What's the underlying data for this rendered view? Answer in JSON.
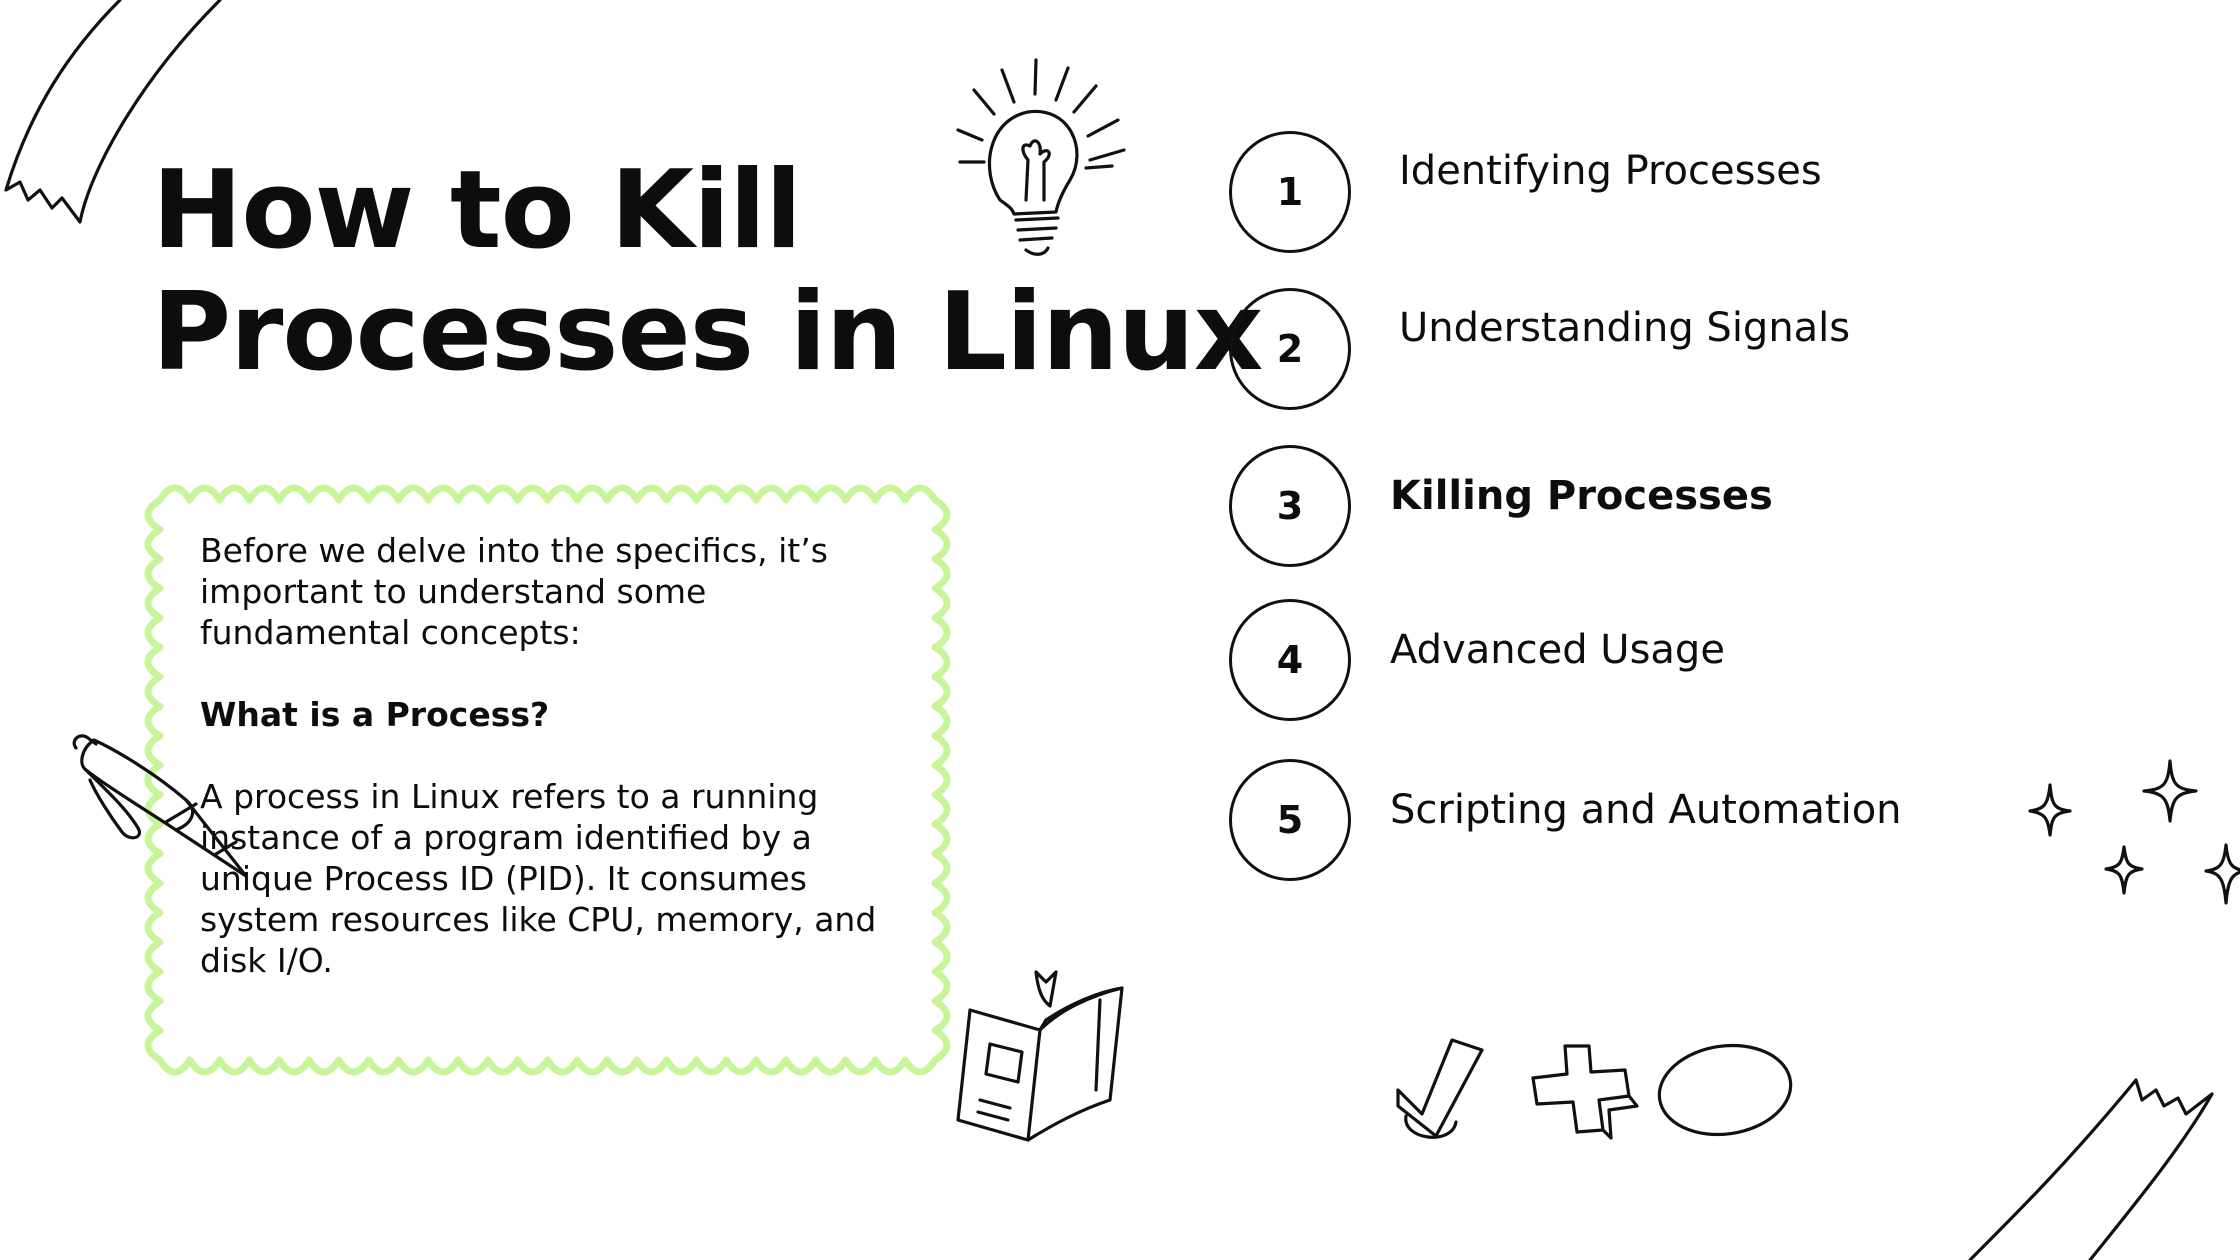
{
  "slide": {
    "title_lines": [
      "How to Kill",
      "Processes in Linux"
    ],
    "intro": {
      "paragraph1": "Before we delve into the specifics, it’s important to understand some fundamental concepts:",
      "heading": "What is a Process?",
      "paragraph2": "A process in Linux refers to a running instance of a program identified by a unique Process ID (PID). It consumes system resources like CPU, memory, and disk I/O."
    },
    "agenda": [
      {
        "number": "1",
        "label": "Identifying Processes"
      },
      {
        "number": "2",
        "label": "Understanding Signals"
      },
      {
        "number": "3",
        "label": "Killing Processes",
        "active": true
      },
      {
        "number": "4",
        "label": "Advanced Usage"
      },
      {
        "number": "5",
        "label": "Scripting and Automation"
      }
    ]
  },
  "colors": {
    "background": "#ffffff",
    "text": "#0d0d0d",
    "note_frame": "#c9f59a"
  },
  "icons": [
    "ribbon-top-left-icon",
    "lightbulb-icon",
    "pen-icon",
    "book-icon",
    "checkmark-icon",
    "cross-icon",
    "oval-icon",
    "sparkles-icon",
    "ribbon-bottom-right-icon"
  ]
}
